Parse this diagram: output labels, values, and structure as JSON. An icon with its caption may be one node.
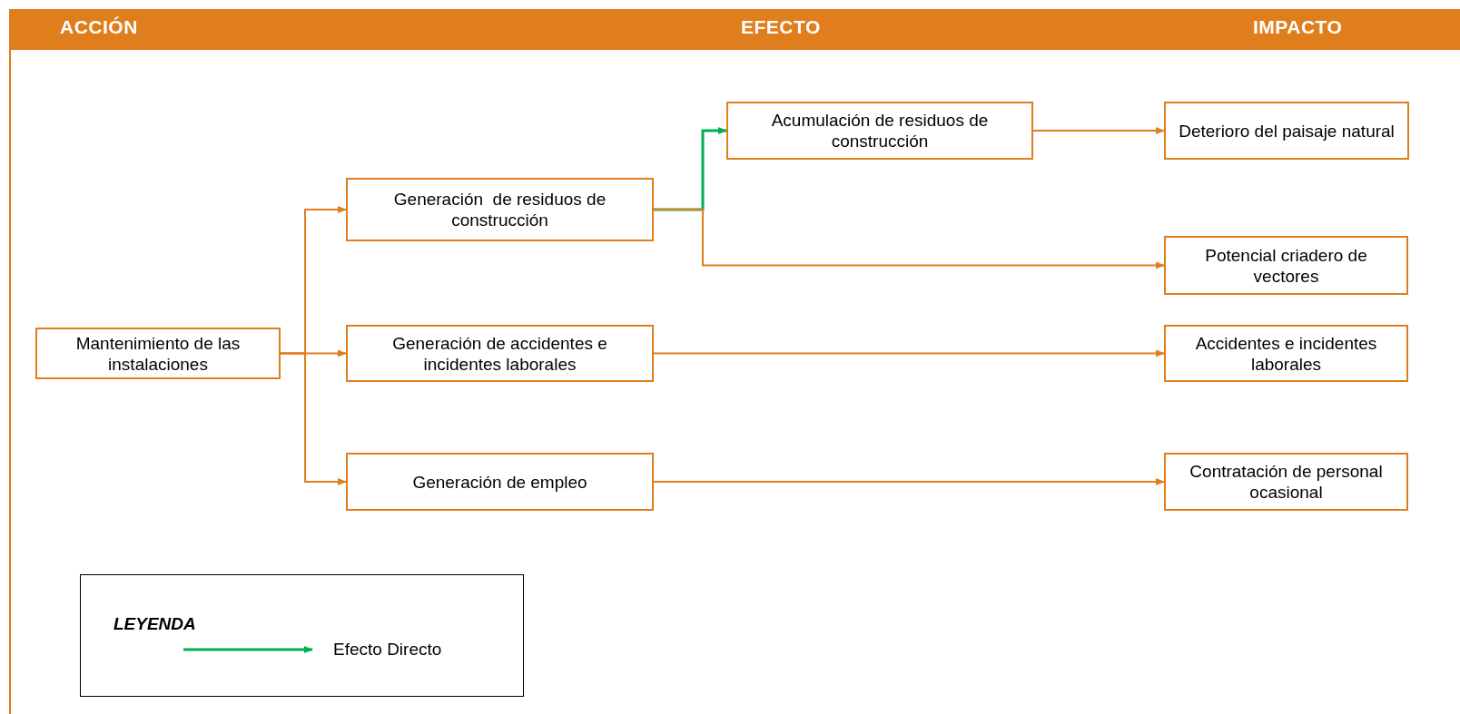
{
  "diagram": {
    "nodes": [
      {
        "text": [
          "Mantenimiento de las instalaciones"
        ]
      },
      {
        "text": [
          "Generación  de residuos de construcción"
        ]
      },
      {
        "text": [
          "Generación de accidentes e incidentes laborales"
        ]
      },
      {
        "text": [
          "Generación de empleo"
        ]
      },
      {
        "text": [
          "Acumulación de residuos de construcción"
        ]
      },
      {
        "text": [
          "Deterioro del paisaje natural"
        ]
      },
      {
        "text": [
          "Potencial criadero de vectores"
        ]
      },
      {
        "text": [
          "Accidentes e incidentes laborales"
        ]
      },
      {
        "text": [
          "Contratación de personal ocasional"
        ]
      }
    ],
    "edges": [
      {
        "from": 0,
        "to": 1,
        "arrow": "to"
      },
      {
        "from": 0,
        "to": 2,
        "arrow": "to"
      },
      {
        "from": 0,
        "to": 3,
        "arrow": "to"
      },
      {
        "from": 1,
        "to": 4,
        "arrow": "to",
        "color": "#00b050"
      },
      {
        "from": 1,
        "to": 6,
        "arrow": "to"
      },
      {
        "from": 4,
        "to": 5,
        "arrow": "to"
      },
      {
        "from": 2,
        "to": 7,
        "arrow": "to"
      },
      {
        "from": 3,
        "to": 8,
        "arrow": "to"
      }
    ],
    "labels": [
      "ACCIÓN",
      "EFECTO",
      "IMPACTO",
      "LEYENDA"
    ],
    "legend": [
      {
        "text": "Efecto Directo"
      }
    ]
  }
}
